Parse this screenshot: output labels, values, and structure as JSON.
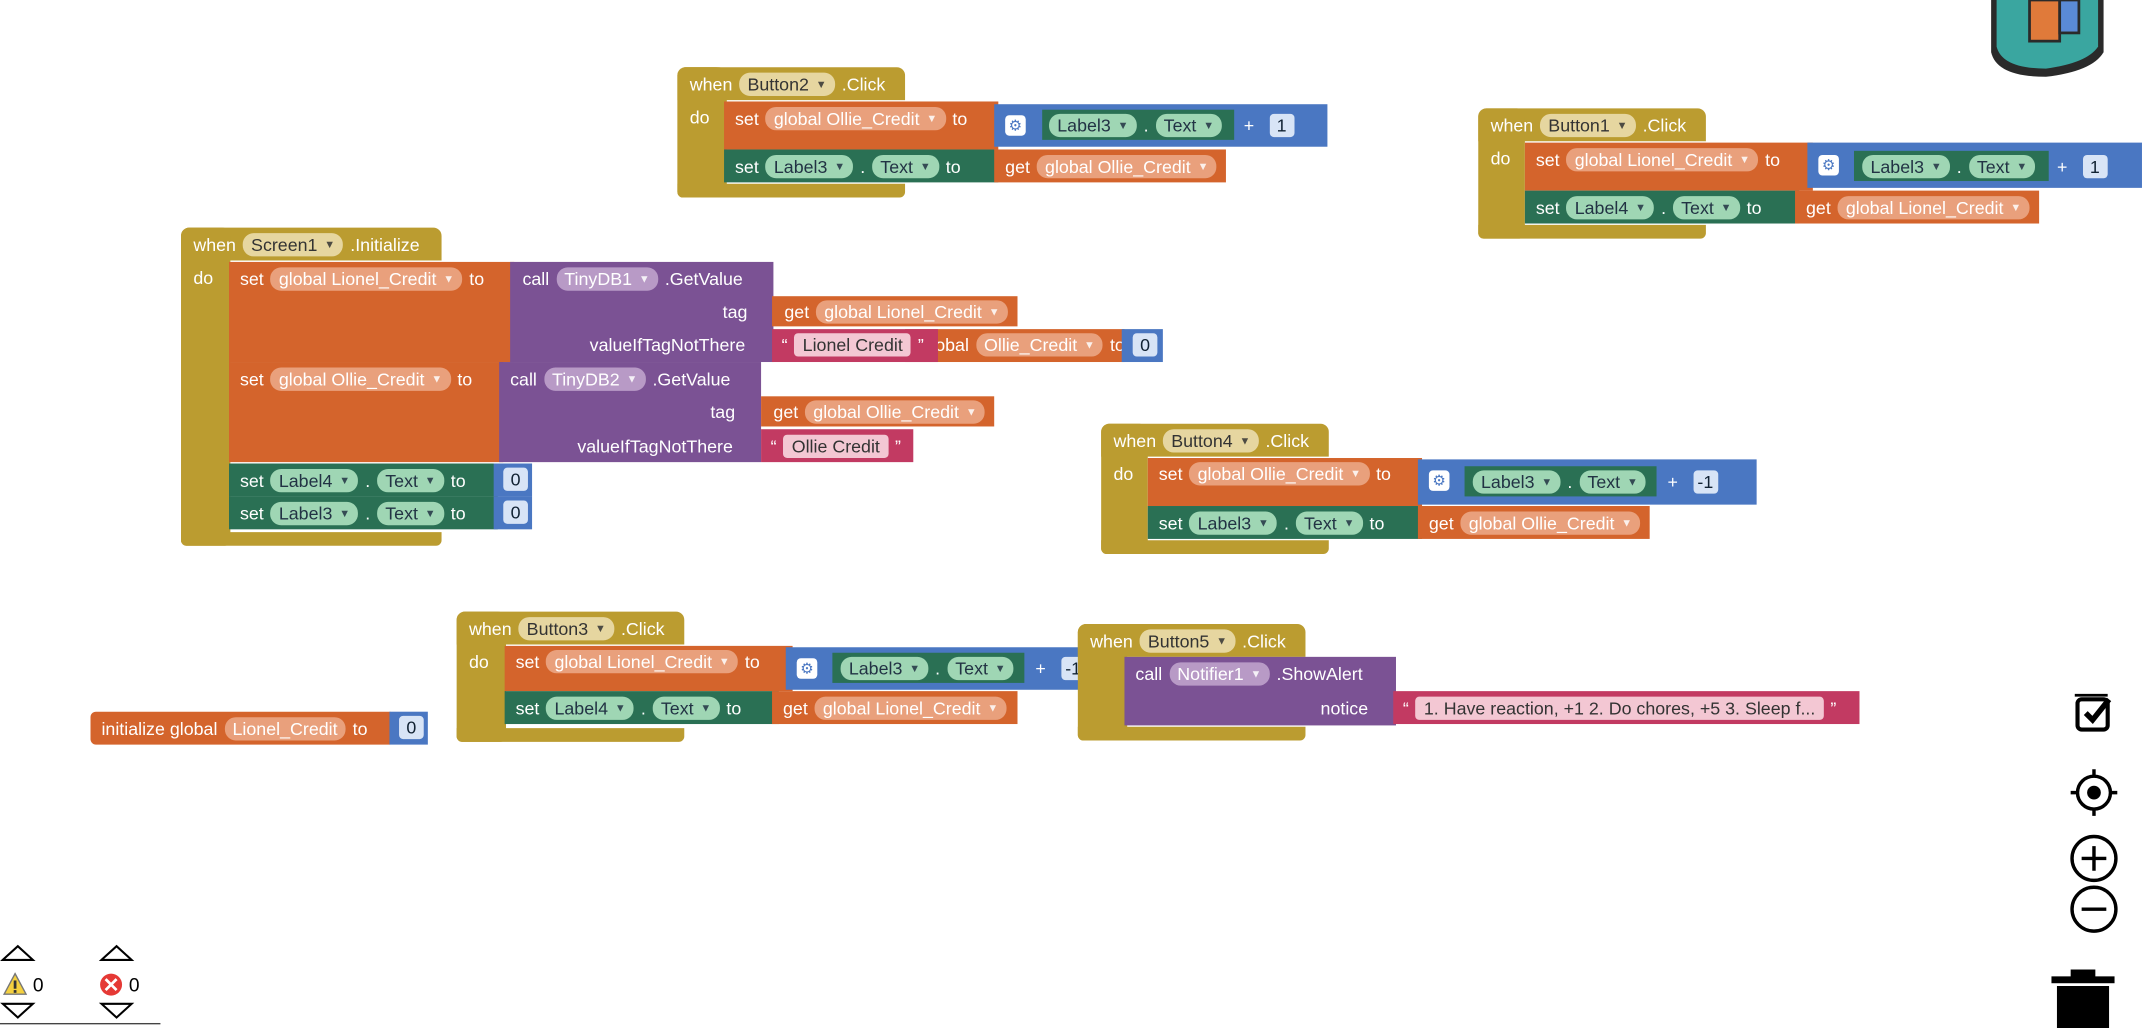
{
  "keywords": {
    "when": "when",
    "do": "do",
    "set": "set",
    "get": "get",
    "to": "to",
    "call": "call",
    "tag": "tag",
    "value_if_tag_not_there": "valueIfTagNotThere",
    "notice": "notice",
    "dot": ".",
    "plus": "+",
    "quote_open": "“",
    "quote_close": "”",
    "initialize_global": "initialize global"
  },
  "button2": {
    "component": "Button2",
    "event": ".Click",
    "var": "global Ollie_Credit",
    "label": "Label3",
    "prop": "Text",
    "num": "1",
    "label2": "Label3",
    "get_var": "global Ollie_Credit"
  },
  "button1": {
    "component": "Button1",
    "event": ".Click",
    "var": "global Lionel_Credit",
    "label": "Label3",
    "prop": "Text",
    "num": "1",
    "label2": "Label4",
    "get_var": "global Lionel_Credit"
  },
  "screen1": {
    "component": "Screen1",
    "event": ".Initialize",
    "set1": {
      "var": "global Lionel_Credit",
      "db": "TinyDB1",
      "method": ".GetValue",
      "tag": "global Lionel_Credit",
      "default": "Lionel Credit"
    },
    "set2": {
      "var": "global Ollie_Credit",
      "db": "TinyDB2",
      "method": ".GetValue",
      "tag": "global Ollie_Credit",
      "default": "Ollie Credit"
    },
    "set3": {
      "label": "Label4",
      "prop": "Text",
      "num": "0"
    },
    "set4": {
      "label": "Label3",
      "prop": "Text",
      "num": "0"
    }
  },
  "stray": {
    "frag": "obal",
    "var": "Ollie_Credit",
    "to": "to",
    "num": "0"
  },
  "button4": {
    "component": "Button4",
    "event": ".Click",
    "var": "global Ollie_Credit",
    "label": "Label3",
    "prop": "Text",
    "num": "-1",
    "label2": "Label3",
    "get_var": "global Ollie_Credit"
  },
  "button3": {
    "component": "Button3",
    "event": ".Click",
    "var": "global Lionel_Credit",
    "label": "Label3",
    "prop": "Text",
    "num": "-1",
    "label2": "Label4",
    "get_var": "global Lionel_Credit"
  },
  "button5": {
    "component": "Button5",
    "event": ".Click",
    "notifier": "Notifier1",
    "method": ".ShowAlert",
    "notice_text": "1. Have reaction, +1 2. Do chores, +5 3. Sleep f..."
  },
  "init": {
    "name": "Lionel_Credit",
    "num": "0"
  },
  "status": {
    "warnings": "0",
    "errors": "0"
  },
  "colors": {
    "event": "#bb9c30",
    "set_global": "#d4642c",
    "set_component": "#2a7054",
    "call": "#7b5294",
    "math": "#4a77c2",
    "text": "#c23a62"
  }
}
